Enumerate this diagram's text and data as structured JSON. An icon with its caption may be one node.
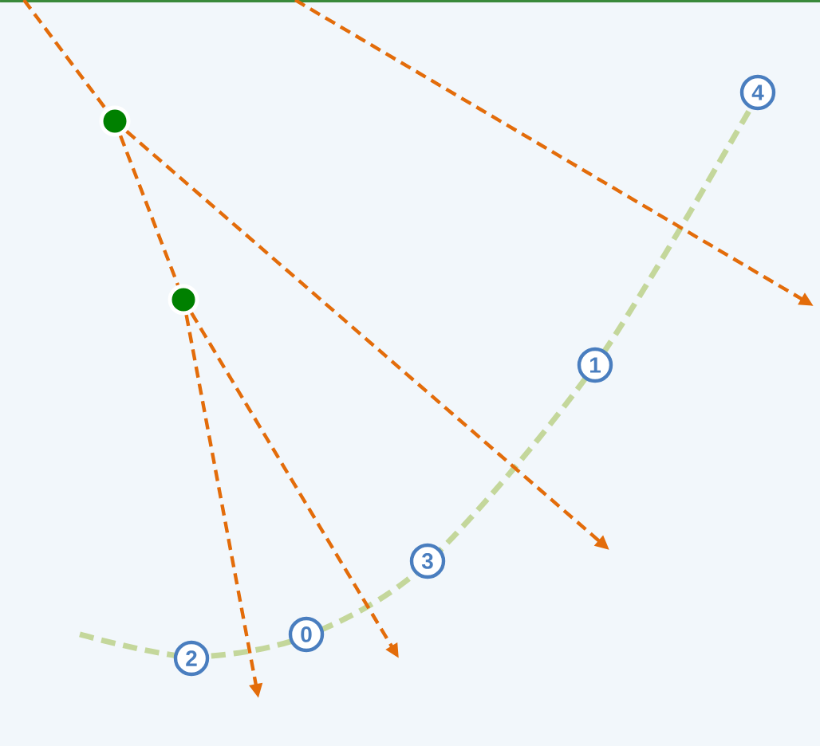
{
  "diagram": {
    "nodes": [
      {
        "text": [],
        "shape": "circle"
      },
      {
        "text": [],
        "shape": "circle"
      }
    ],
    "edges": [
      {
        "from": null,
        "to": 0,
        "arrow": "none"
      },
      {
        "from": 0,
        "to": null,
        "arrow": "to"
      },
      {
        "from": 0,
        "to": 1,
        "arrow": "none"
      },
      {
        "from": 1,
        "to": null,
        "arrow": "to"
      },
      {
        "from": 1,
        "to": null,
        "arrow": "to"
      }
    ],
    "labels": [
      "4",
      "1",
      "3",
      "0",
      "2"
    ]
  }
}
